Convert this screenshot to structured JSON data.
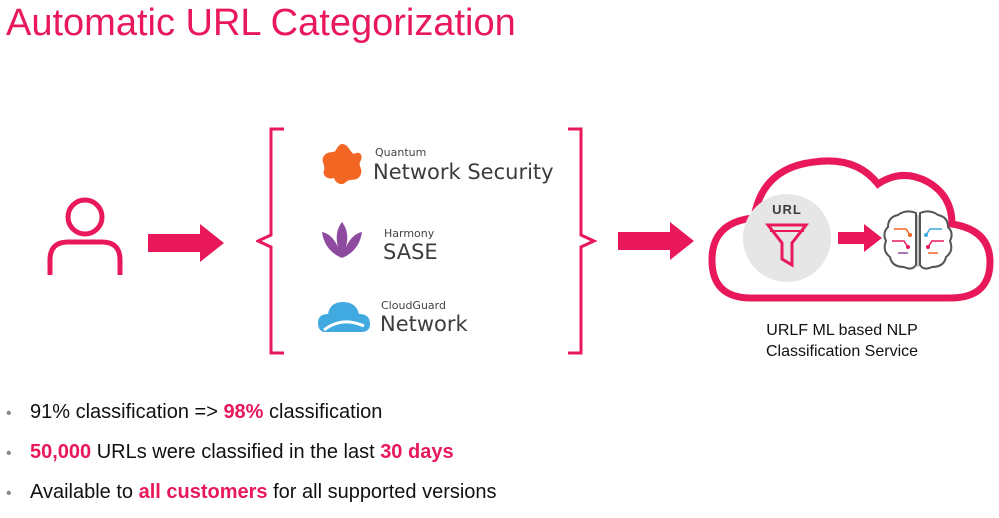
{
  "title": "Automatic URL Categorization",
  "accent_color": "#e8185b",
  "products": [
    {
      "small": "Quantum",
      "big": "Network Security",
      "icon": "quantum-icon",
      "color": "#f26522"
    },
    {
      "small": "Harmony",
      "big": "SASE",
      "icon": "harmony-icon",
      "color": "#8e4a9f"
    },
    {
      "small": "CloudGuard",
      "big": "Network",
      "icon": "cloudguard-icon",
      "color": "#3fa9e0"
    }
  ],
  "cloud": {
    "url_label": "URL",
    "caption_line1": "URLF ML based NLP",
    "caption_line2": "Classification Service"
  },
  "bullets": [
    {
      "pre": "91% classification => ",
      "hl1": "98%",
      "mid": " classification",
      "hl2": "",
      "post": ""
    },
    {
      "pre": "",
      "hl1": "50,000",
      "mid": " URLs were classified in the last ",
      "hl2": "30 days",
      "post": ""
    },
    {
      "pre": "Available to ",
      "hl1": "all customers",
      "mid": " for all supported versions",
      "hl2": "",
      "post": ""
    }
  ],
  "icons": [
    "user-icon",
    "arrow-icon",
    "funnel-icon",
    "brain-icon",
    "cloud-icon",
    "bracket-icon"
  ]
}
